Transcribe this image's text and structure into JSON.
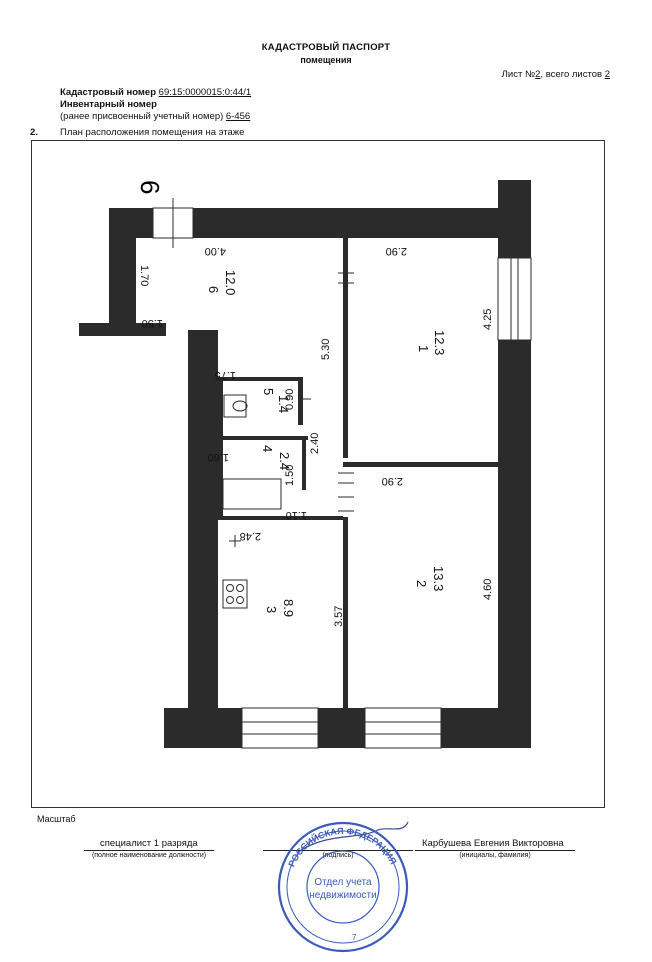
{
  "document": {
    "title": "КАДАСТРОВЫЙ ПАСПОРТ",
    "subtitle": "помещения",
    "sheet_prefix": "Лист №",
    "sheet_number": "2",
    "sheet_middle": ", всего листов ",
    "sheet_total": "2"
  },
  "header": {
    "cadastral_label": "Кадастровый номер",
    "cadastral_value": "69:15:0000015:0:44/1",
    "inventory_label": "Инвентарный номер",
    "prev_label": "(ранее присвоенный учетный номер)",
    "prev_value": "6-456"
  },
  "section": {
    "number": "2.",
    "title": "План расположения помещения на этаже"
  },
  "plan": {
    "apartment_number": "6",
    "rooms": [
      {
        "number": "1",
        "area": "12.3"
      },
      {
        "number": "2",
        "area": "13.3"
      },
      {
        "number": "3",
        "area": "8.9"
      },
      {
        "number": "4",
        "area": "2.4"
      },
      {
        "number": "5",
        "area": "1.4"
      },
      {
        "number": "6",
        "area": "12.0"
      }
    ],
    "dimensions": {
      "d_400": "4.00",
      "d_290_top": "2.90",
      "d_170": "1.70",
      "d_150_corr": "1.50",
      "d_175": "1.75",
      "d_530": "5.30",
      "d_425": "4.25",
      "d_090": "0.90",
      "d_240": "2.40",
      "d_160": "1.60",
      "d_150_bath": "1.50",
      "d_290_mid": "2.90",
      "d_110": "1.10",
      "d_248": "2.48",
      "d_357": "3.57",
      "d_460": "4.60"
    }
  },
  "footer": {
    "scale_label": "Масштаб",
    "position": "специалист 1 разряда",
    "position_caption": "(полное наименование должности)",
    "signature_caption": "(подпись)",
    "person_name": "Карбушева Евгения Викторовна",
    "name_caption": "(инициалы, фамилия)"
  },
  "stamp": {
    "outer_text": "РОССИЙСКАЯ ФЕДЕРАЦИЯ",
    "center_line1": "Отдел учета",
    "center_line2": "недвижимости",
    "bottom_text": "7"
  }
}
